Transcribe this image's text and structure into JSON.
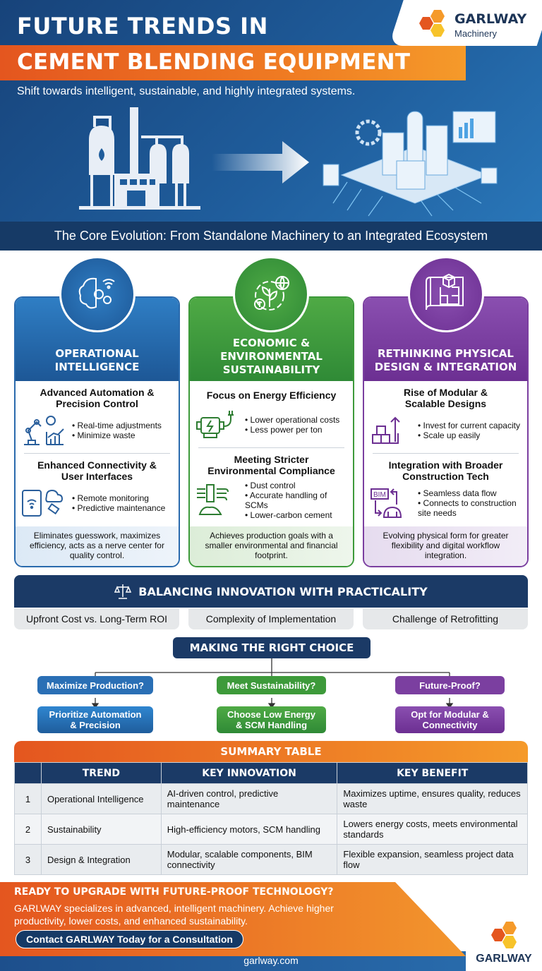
{
  "header": {
    "title_line1": "FUTURE TRENDS IN",
    "title_line2": "CEMENT BLENDING EQUIPMENT",
    "subtitle": "Shift towards intelligent, sustainable, and highly integrated systems.",
    "logo": {
      "name": "GARLWAY",
      "tagline": "Machinery"
    },
    "evolution_caption": "The Core Evolution: From Standalone Machinery to an Integrated Ecosystem"
  },
  "colors": {
    "navy": "#1b3a66",
    "orange": "#ef7a22",
    "blue": "#1f5d9c",
    "green": "#3d9a3a",
    "purple": "#7b3fa0"
  },
  "cards": [
    {
      "title": "OPERATIONAL INTELLIGENCE",
      "icon": "brain-gears-icon",
      "sections": [
        {
          "title": "Advanced Automation & Precision Control",
          "bullets": [
            "Real-time adjustments",
            "Minimize waste"
          ]
        },
        {
          "title": "Enhanced Connectivity & User Interfaces",
          "bullets": [
            "Remote monitoring",
            "Predictive maintenance"
          ]
        }
      ],
      "summary": "Eliminates guesswork, maximizes efficiency, acts as a nerve center for quality control."
    },
    {
      "title": "ECONOMIC & ENVIRONMENTAL SUSTAINABILITY",
      "icon": "leaf-gear-globe-icon",
      "sections": [
        {
          "title": "Focus on Energy Efficiency",
          "bullets": [
            "Lower operational costs",
            "Less power per ton"
          ]
        },
        {
          "title": "Meeting Stricter Environmental Compliance",
          "bullets": [
            "Dust control",
            "Accurate handling of SCMs",
            "Lower-carbon cement"
          ]
        }
      ],
      "summary": "Achieves production goals with a smaller environmental and financial footprint."
    },
    {
      "title": "RETHINKING PHYSICAL DESIGN & INTEGRATION",
      "icon": "blueprint-cube-icon",
      "sections": [
        {
          "title": "Rise of Modular & Scalable Designs",
          "bullets": [
            "Invest for current capacity",
            "Scale up easily"
          ]
        },
        {
          "title": "Integration with Broader Construction Tech",
          "bullets": [
            "Seamless data flow",
            "Connects to construction site needs"
          ]
        }
      ],
      "summary": "Evolving physical form for greater flexibility and digital workflow integration."
    }
  ],
  "balance": {
    "title": "BALANCING INNOVATION WITH PRACTICALITY",
    "challenges": [
      "Upfront Cost vs. Long-Term ROI",
      "Complexity of Implementation",
      "Challenge of Retrofitting"
    ]
  },
  "choice": {
    "title": "MAKING THE RIGHT CHOICE",
    "branches": [
      {
        "question": "Maximize Production?",
        "answer_line1": "Prioritize Automation",
        "answer_line2": "& Precision"
      },
      {
        "question": "Meet Sustainability?",
        "answer_line1": "Choose Low Energy",
        "answer_line2": "& SCM Handling"
      },
      {
        "question": "Future-Proof?",
        "answer_line1": "Opt for Modular &",
        "answer_line2": "Connectivity"
      }
    ]
  },
  "summary_table": {
    "title": "SUMMARY TABLE",
    "headers": [
      "",
      "TREND",
      "KEY INNOVATION",
      "KEY BENEFIT"
    ],
    "rows": [
      [
        "1",
        "Operational Intelligence",
        "AI-driven control, predictive maintenance",
        "Maximizes uptime, ensures quality, reduces waste"
      ],
      [
        "2",
        "Sustainability",
        "High-efficiency motors, SCM handling",
        "Lowers energy costs, meets environmental standards"
      ],
      [
        "3",
        "Design & Integration",
        "Modular, scalable components, BIM connectivity",
        "Flexible expansion, seamless project data flow"
      ]
    ]
  },
  "cta": {
    "title": "READY TO UPGRADE WITH FUTURE-PROOF TECHNOLOGY?",
    "body": "GARLWAY specializes in advanced, intelligent machinery. Achieve higher productivity, lower costs, and enhanced sustainability.",
    "button": "Contact GARLWAY Today for a Consultation",
    "url": "garlway.com",
    "logo_name": "GARLWAY"
  }
}
